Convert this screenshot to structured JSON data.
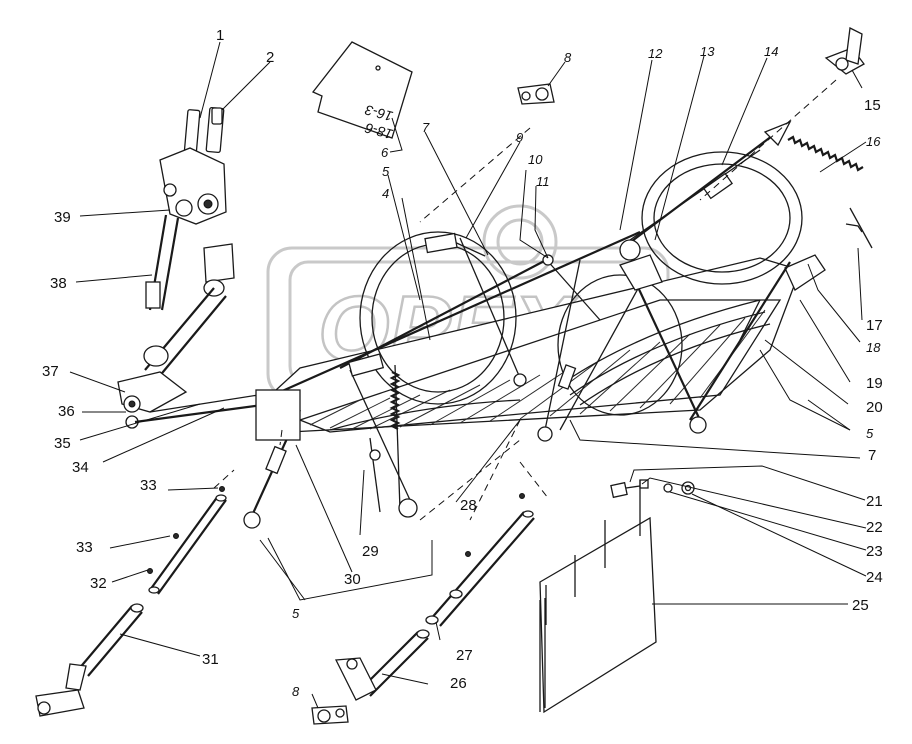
{
  "diagram": {
    "watermark": "OPEX",
    "tag_label": {
      "line1": "16-3",
      "line2": "18-6"
    },
    "callouts": [
      {
        "id": "c1",
        "text": "1"
      },
      {
        "id": "c2",
        "text": "2"
      },
      {
        "id": "c4",
        "text": "4"
      },
      {
        "id": "c5a",
        "text": "5"
      },
      {
        "id": "c5b",
        "text": "5"
      },
      {
        "id": "c5c",
        "text": "5"
      },
      {
        "id": "c6",
        "text": "6"
      },
      {
        "id": "c7a",
        "text": "7"
      },
      {
        "id": "c7b",
        "text": "7"
      },
      {
        "id": "c8a",
        "text": "8"
      },
      {
        "id": "c8b",
        "text": "8"
      },
      {
        "id": "c9",
        "text": "9"
      },
      {
        "id": "c10",
        "text": "10"
      },
      {
        "id": "c11",
        "text": "11"
      },
      {
        "id": "c12",
        "text": "12"
      },
      {
        "id": "c13",
        "text": "13"
      },
      {
        "id": "c14",
        "text": "14"
      },
      {
        "id": "c15",
        "text": "15"
      },
      {
        "id": "c16",
        "text": "16"
      },
      {
        "id": "c17",
        "text": "17"
      },
      {
        "id": "c18",
        "text": "18"
      },
      {
        "id": "c19",
        "text": "19"
      },
      {
        "id": "c20",
        "text": "20"
      },
      {
        "id": "c21",
        "text": "21"
      },
      {
        "id": "c22",
        "text": "22"
      },
      {
        "id": "c23",
        "text": "23"
      },
      {
        "id": "c24",
        "text": "24"
      },
      {
        "id": "c25",
        "text": "25"
      },
      {
        "id": "c26",
        "text": "26"
      },
      {
        "id": "c27",
        "text": "27"
      },
      {
        "id": "c28",
        "text": "28"
      },
      {
        "id": "c29",
        "text": "29"
      },
      {
        "id": "c30",
        "text": "30"
      },
      {
        "id": "c31",
        "text": "31"
      },
      {
        "id": "c32",
        "text": "32"
      },
      {
        "id": "c33a",
        "text": "33"
      },
      {
        "id": "c33b",
        "text": "33"
      },
      {
        "id": "c34",
        "text": "34"
      },
      {
        "id": "c35",
        "text": "35"
      },
      {
        "id": "c36",
        "text": "36"
      },
      {
        "id": "c37",
        "text": "37"
      },
      {
        "id": "c38",
        "text": "38"
      },
      {
        "id": "c39",
        "text": "39"
      }
    ]
  }
}
